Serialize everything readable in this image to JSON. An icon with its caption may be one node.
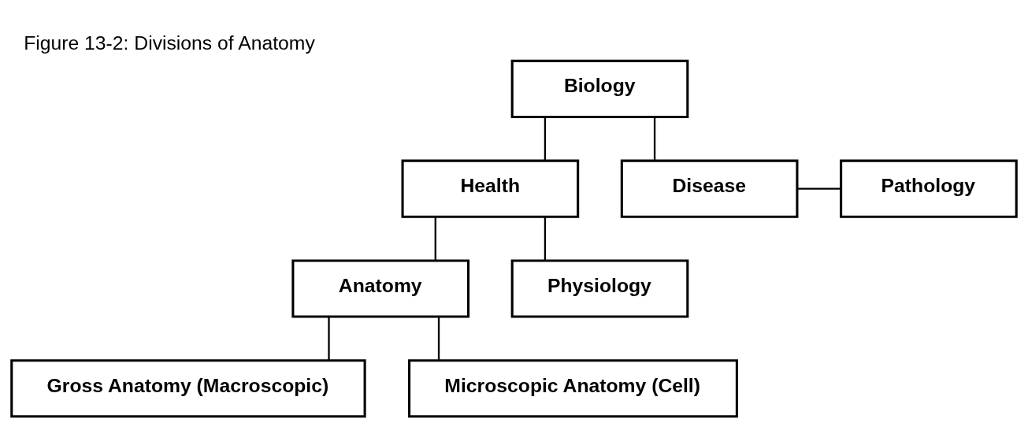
{
  "diagram": {
    "title": "Figure 13-2: Divisions of Anatomy",
    "nodes": [
      {
        "text": [
          "Biology"
        ]
      },
      {
        "text": [
          "Health"
        ]
      },
      {
        "text": [
          "Disease"
        ]
      },
      {
        "text": [
          "Pathology"
        ]
      },
      {
        "text": [
          "Anatomy"
        ]
      },
      {
        "text": [
          "Physiology"
        ]
      },
      {
        "text": [
          "Gross Anatomy (Macroscopic)"
        ]
      },
      {
        "text": [
          "Microscopic Anatomy (Cell)"
        ]
      }
    ],
    "edges": [
      {
        "from": 0,
        "to": 1,
        "arrow": "none"
      },
      {
        "from": 0,
        "to": 2,
        "arrow": "none"
      },
      {
        "from": 2,
        "to": 3,
        "arrow": "none"
      },
      {
        "from": 1,
        "to": 4,
        "arrow": "none"
      },
      {
        "from": 1,
        "to": 5,
        "arrow": "none"
      },
      {
        "from": 4,
        "to": 6,
        "arrow": "none"
      },
      {
        "from": 4,
        "to": 7,
        "arrow": "none"
      }
    ]
  }
}
